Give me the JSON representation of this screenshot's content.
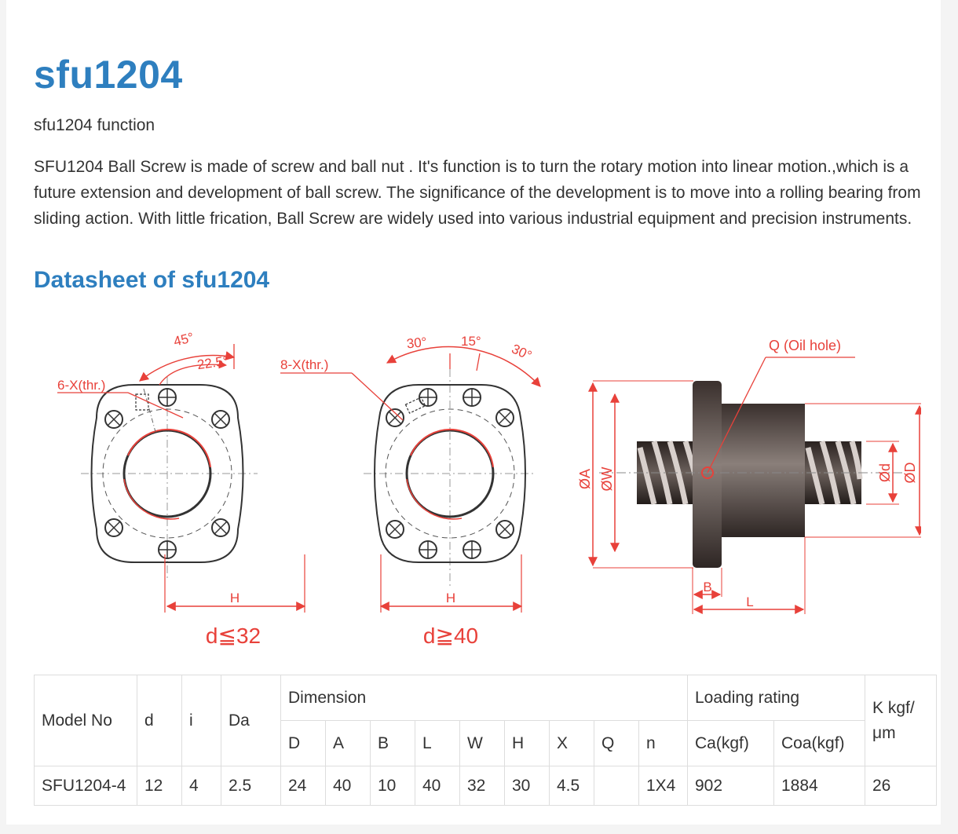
{
  "header": {
    "title": "sfu1204",
    "subtitle": "sfu1204 function",
    "description": "SFU1204 Ball Screw is made of screw and ball nut . It's function is to turn the rotary motion into linear motion.,which is a future extension and development of ball screw. The significance of the development is to move into a rolling bearing from  sliding action. With little frication, Ball Screw are widely used into various industrial equipment and precision instruments."
  },
  "datasheet": {
    "title": "Datasheet of sfu1204"
  },
  "drawing": {
    "left_angle_outer": "45°",
    "left_angle_inner": "22.5°",
    "left_hole_label": "6-X(thr.)",
    "mid_hole_label": "8-X(thr.)",
    "mid_angle_a": "30°",
    "mid_angle_b": "15°",
    "mid_angle_c": "30°",
    "left_width_label": "H",
    "mid_width_label": "H",
    "left_caption": "d≦32",
    "mid_caption": "d≧40",
    "oil_hole_label": "Q (Oil hole)",
    "dim_a": "ØA",
    "dim_w": "ØW",
    "dim_d": "Ød",
    "dim_D": "ØD",
    "dim_b": "B",
    "dim_l": "L",
    "colors": {
      "red": "#e8413a",
      "blue_text": "#2e7fbf"
    }
  },
  "table": {
    "headers": {
      "model": "Model No",
      "d": "d",
      "i": "i",
      "da": "Da",
      "dimension": "Dimension",
      "loading": "Loading rating",
      "k": "K kgf/ μm"
    },
    "sub_headers": [
      "D",
      "A",
      "B",
      "L",
      "W",
      "H",
      "X",
      "Q",
      "n",
      "Ca(kgf)",
      "Coa(kgf)"
    ],
    "rows": [
      [
        "SFU1204-4",
        "12",
        "4",
        "2.5",
        "24",
        "40",
        "10",
        "40",
        "32",
        "30",
        "4.5",
        "",
        "1X4",
        "902",
        "1884",
        "26"
      ]
    ]
  }
}
